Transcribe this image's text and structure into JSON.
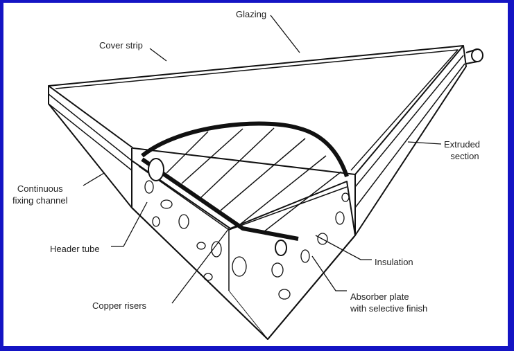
{
  "title": "Flat plate solar collector",
  "labels": {
    "glazing": "Glazing",
    "cover_strip": "Cover strip",
    "extruded_section_1": "Extruded",
    "extruded_section_2": "section",
    "fixing_channel_1": "Continuous",
    "fixing_channel_2": "fixing channel",
    "header_tube": "Header tube",
    "insulation": "Insulation",
    "absorber_1": "Absorber plate",
    "absorber_2": "with selective finish",
    "copper_risers": "Copper risers"
  },
  "colors": {
    "frame": "#1414c4",
    "ink": "#111111"
  }
}
